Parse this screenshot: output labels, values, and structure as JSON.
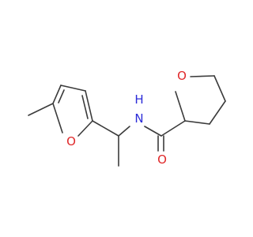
{
  "colors": {
    "bond": "#3b3b3b",
    "oxygen": "#e0282a",
    "nitrogen": "#2c2cd8",
    "background": "#ffffff"
  },
  "atoms": {
    "furan_oxygen": "O",
    "amide_nitrogen": "N",
    "amide_hydrogen": "H",
    "carbonyl_oxygen": "O",
    "thf_oxygen": "O"
  }
}
